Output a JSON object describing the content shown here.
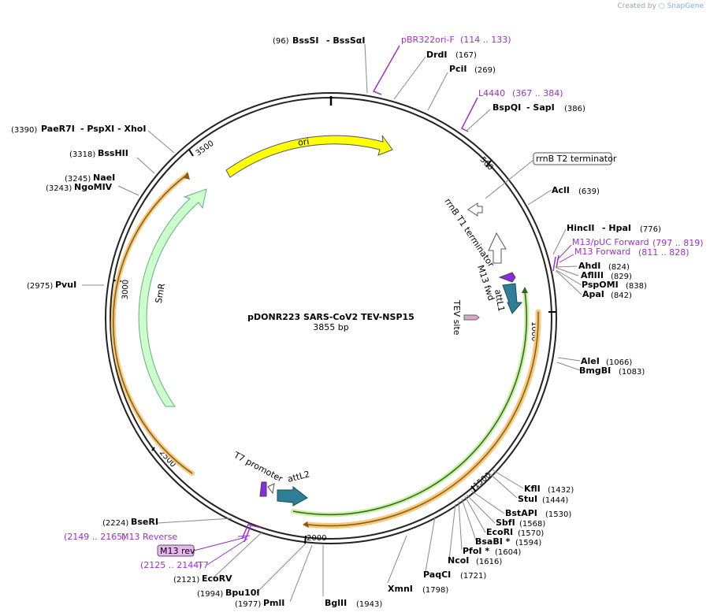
{
  "watermark": {
    "prefix": "Created by",
    "brand": "SnapGene"
  },
  "plasmid": {
    "name": "pDONR223 SARS-CoV2 TEV-NSP15",
    "size_label": "3855 bp",
    "length": 3855
  },
  "colors": {
    "primer": "#9b30c8",
    "ori": "#ffff00",
    "smr": "#ccffcc",
    "att": "#2e7f95",
    "orange": "#f0a030",
    "green": "#7fd040"
  },
  "ticks": [
    "500",
    "1000",
    "1500",
    "2000",
    "2500",
    "3000",
    "3500"
  ],
  "sites": [
    {
      "pos": "(96)",
      "name": "BssSI",
      "alt": "- BssSαI"
    },
    {
      "pos": "(167)",
      "name": "DrdI"
    },
    {
      "pos": "(269)",
      "name": "PciI"
    },
    {
      "pos": "(386)",
      "name": "BspQI",
      "alt": "- SapI"
    },
    {
      "pos": "(639)",
      "name": "AclI"
    },
    {
      "pos": "(776)",
      "name": "HincII",
      "alt": "- HpaI"
    },
    {
      "pos": "(824)",
      "name": "AhdI"
    },
    {
      "pos": "(829)",
      "name": "AflIII"
    },
    {
      "pos": "(838)",
      "name": "PspOMI"
    },
    {
      "pos": "(842)",
      "name": "ApaI"
    },
    {
      "pos": "(1066)",
      "name": "AleI"
    },
    {
      "pos": "(1083)",
      "name": "BmgBI"
    },
    {
      "pos": "(1432)",
      "name": "KflI"
    },
    {
      "pos": "(1444)",
      "name": "StuI"
    },
    {
      "pos": "(1530)",
      "name": "BstAPI"
    },
    {
      "pos": "(1568)",
      "name": "SbfI"
    },
    {
      "pos": "(1570)",
      "name": "EcoRI"
    },
    {
      "pos": "(1594)",
      "name": "BsaBI *"
    },
    {
      "pos": "(1604)",
      "name": "PfoI *"
    },
    {
      "pos": "(1616)",
      "name": "NcoI"
    },
    {
      "pos": "(1721)",
      "name": "PaqCI"
    },
    {
      "pos": "(1798)",
      "name": "XmnI"
    },
    {
      "pos": "(1943)",
      "name": "BglII"
    },
    {
      "pos": "(1977)",
      "name": "PmlI"
    },
    {
      "pos": "(1994)",
      "name": "Bpu10I"
    },
    {
      "pos": "(2121)",
      "name": "EcoRV"
    },
    {
      "pos": "(2224)",
      "name": "BseRI"
    },
    {
      "pos": "(2975)",
      "name": "PvuI"
    },
    {
      "pos": "(3243)",
      "name": "NgoMIV"
    },
    {
      "pos": "(3245)",
      "name": "NaeI"
    },
    {
      "pos": "(3318)",
      "name": "BssHII"
    },
    {
      "pos": "(3390)",
      "name": "PaeR7I",
      "alt": "- PspXI  - XhoI"
    }
  ],
  "primers": [
    {
      "name": "pBR322ori-F",
      "range": "(114 .. 133)"
    },
    {
      "name": "L4440",
      "range": "(367 .. 384)"
    },
    {
      "name": "M13/pUC Forward",
      "range": "(797 .. 819)"
    },
    {
      "name": "M13 Forward",
      "range": "(811 .. 828)"
    },
    {
      "name": "M13 Reverse",
      "range": "(2149 .. 2165)"
    },
    {
      "name": "M13 rev"
    },
    {
      "name": "T7",
      "range": "(2125 .. 2144)"
    }
  ],
  "features": {
    "ori": "ori",
    "smr": "SmR",
    "rrnb_t2": "rrnB T2 terminator",
    "rrnb_t1": "rrnB T1 terminator",
    "m13_fwd": "M13 fwd",
    "attl1": "attL1",
    "tev": "TEV site",
    "t7_promoter": "T7 promoter",
    "attl2": "attL2"
  }
}
